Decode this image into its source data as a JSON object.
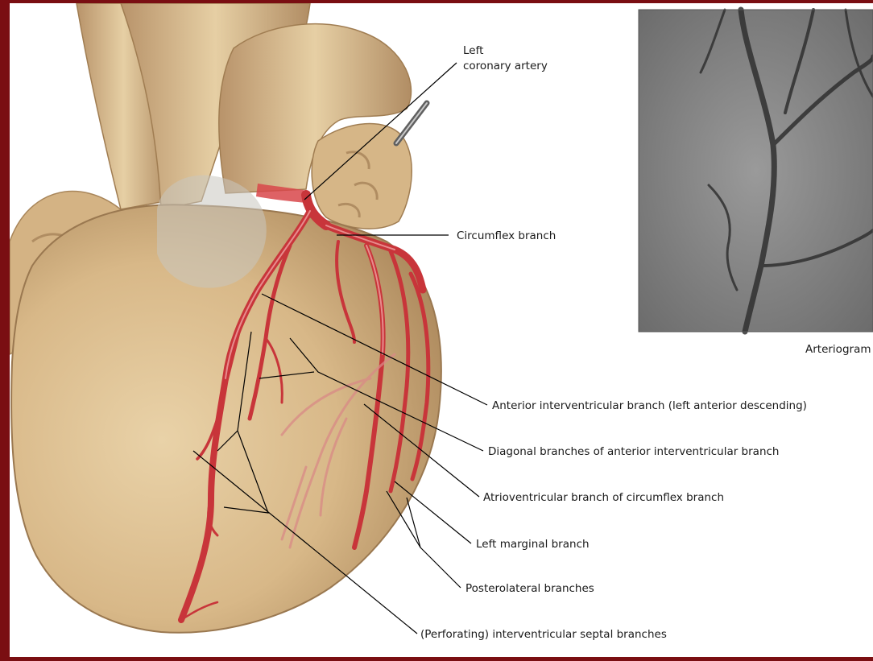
{
  "colors": {
    "background_frame": "#7a0e12",
    "artery_red": "#d8464a",
    "heart_tan": "#d9b98b",
    "leader_line": "#000000"
  },
  "labels": {
    "left_coronary_line1": "Left",
    "left_coronary_line2": "coronary artery",
    "circumflex": "Circumflex branch",
    "anterior_interventricular": "Anterior interventricular branch (left anterior descending)",
    "diagonal": "Diagonal branches of anterior interventricular branch",
    "atrioventricular": "Atrioventricular branch of circumflex branch",
    "left_marginal": "Left marginal branch",
    "posterolateral": "Posterolateral branches",
    "septal": "(Perforating) interventricular septal branches",
    "arteriogram_caption": "Arteriogram"
  }
}
